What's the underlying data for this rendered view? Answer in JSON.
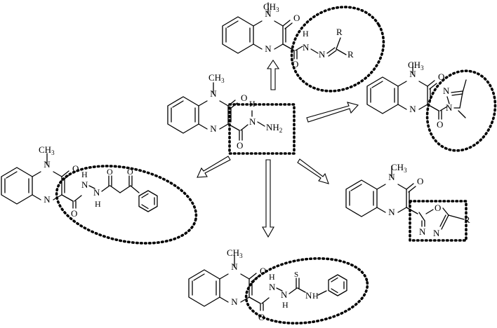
{
  "atoms": {
    "n": "N",
    "o": "O",
    "nh": "N",
    "h": "H",
    "s": "S",
    "r": "R",
    "methyl": "CH3",
    "ch3_c": "CH",
    "ch3_sub": "3",
    "nh2_n": "NH",
    "nh2_sub": "2"
  },
  "compounds": [
    "central-hydrazide",
    "hydrazone",
    "pyrazole",
    "oxadiazole",
    "thiosemicarbazide",
    "keto-amide"
  ]
}
